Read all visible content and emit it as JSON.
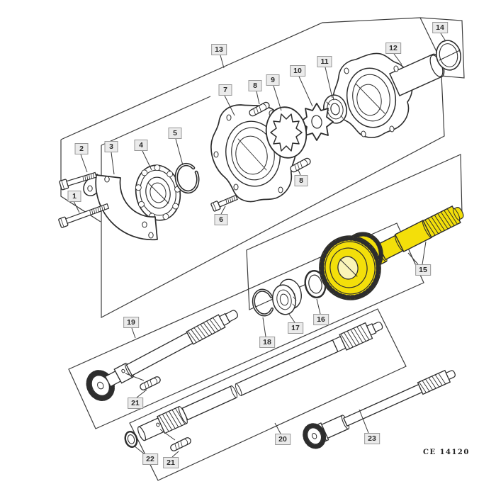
{
  "figure": {
    "type": "exploded-parts-diagram",
    "drawing_code": "CE 14120",
    "highlighted_callout": "15",
    "colors": {
      "highlight": "#F3DF0A",
      "line": "#2D2D2D",
      "frame_line": "#3C3C3C",
      "callout_bg": "#EBEBEB",
      "callout_border": "#979797",
      "background": "#FFFFFF"
    }
  },
  "callouts": [
    {
      "num": "1"
    },
    {
      "num": "2"
    },
    {
      "num": "3"
    },
    {
      "num": "4"
    },
    {
      "num": "5"
    },
    {
      "num": "6"
    },
    {
      "num": "7"
    },
    {
      "num": "8"
    },
    {
      "num": "8"
    },
    {
      "num": "9"
    },
    {
      "num": "10"
    },
    {
      "num": "11"
    },
    {
      "num": "12"
    },
    {
      "num": "13"
    },
    {
      "num": "14"
    },
    {
      "num": "15"
    },
    {
      "num": "16"
    },
    {
      "num": "17"
    },
    {
      "num": "18"
    },
    {
      "num": "19"
    },
    {
      "num": "20"
    },
    {
      "num": "21"
    },
    {
      "num": "21"
    },
    {
      "num": "22"
    },
    {
      "num": "23"
    }
  ]
}
